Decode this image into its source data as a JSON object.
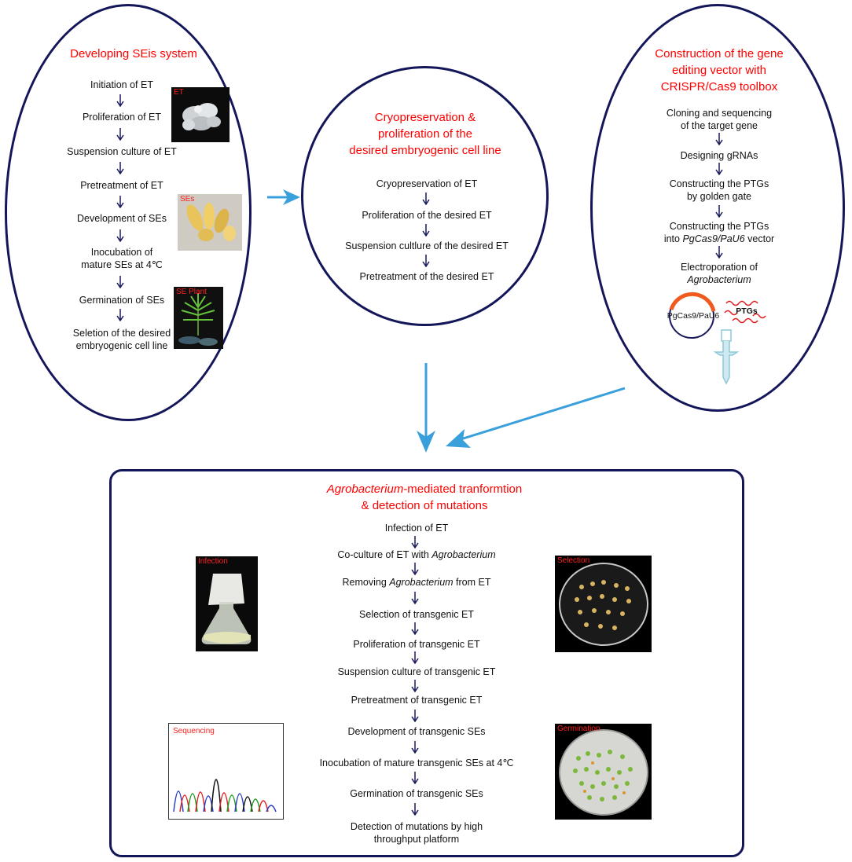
{
  "colors": {
    "title_red": "#ff0000",
    "border_navy": "#14165a",
    "arrow_blue": "#3aa0dc",
    "step_arrow": "#1a1a5e"
  },
  "left_panel": {
    "title": "Developing  SEis system",
    "steps": [
      {
        "text": "Initiation of ET"
      },
      {
        "text": "Proliferation of ET"
      },
      {
        "text": "Suspension culture of ET"
      },
      {
        "text": "Pretreatment of ET"
      },
      {
        "text": "Development of SEs"
      },
      {
        "line1": "Inocubation of",
        "line2": "mature SEs at 4℃"
      },
      {
        "text": "Germination of SEs"
      },
      {
        "line1": "Seletion of the desired",
        "line2": "embryogenic cell line"
      }
    ],
    "photos": {
      "et": "ET",
      "ses": "SEs",
      "plant": "SE Plant"
    }
  },
  "middle_panel": {
    "title_line1": "Cryopreservation &",
    "title_line2": "proliferation of the",
    "title_line3": "desired embryogenic cell line",
    "steps": [
      "Cryopreservation of ET",
      "Proliferation of the desired ET",
      "Suspension cultlure of the desired ET",
      "Pretreatment of the desired ET"
    ]
  },
  "right_panel": {
    "title_line1": "Construction of the gene",
    "title_line2": "editing vector with",
    "title_line3": "CRISPR/Cas9 toolbox",
    "steps": [
      {
        "line1": "Cloning and sequencing",
        "line2": "of the target gene"
      },
      {
        "text": "Designing gRNAs"
      },
      {
        "line1": "Constructing the PTGs",
        "line2": "by golden gate"
      },
      {
        "line1": "Constructing the PTGs",
        "line2_prefix": "into ",
        "line2_italic": "PgCas9/PaU6",
        "line2_suffix": " vector"
      },
      {
        "line1": "Electroporation of",
        "line2_italic": "Agrobacterium"
      }
    ],
    "plasmid_label": "PgCas9/PaU6",
    "ptgs_label": "PTGs"
  },
  "bottom_panel": {
    "title_italic": "Agrobacterium",
    "title_rest": "-mediated tranformtion",
    "title_line2": "& detection of mutations",
    "steps": [
      {
        "text": "Infection of ET"
      },
      {
        "prefix": "Co-culture of ET with ",
        "italic": "Agrobacterium",
        "suffix": ""
      },
      {
        "prefix": "Removing ",
        "italic": "Agrobacterium",
        "suffix": " from ET"
      },
      {
        "text": "Selection of transgenic ET"
      },
      {
        "text": "Proliferation of transgenic ET"
      },
      {
        "text": "Suspension culture of transgenic ET"
      },
      {
        "text": "Pretreatment of transgenic ET"
      },
      {
        "text": "Development of transgenic SEs"
      },
      {
        "text": "Inocubation of mature transgenic SEs at 4℃"
      },
      {
        "text": "Germination of transgenic SEs"
      },
      {
        "line1": "Detection of mutations by high",
        "line2": "throughput platform"
      }
    ],
    "photos": {
      "infection": "Infection",
      "selection": "Selection",
      "sequencing": "Sequencing",
      "germination": "Germination"
    }
  }
}
